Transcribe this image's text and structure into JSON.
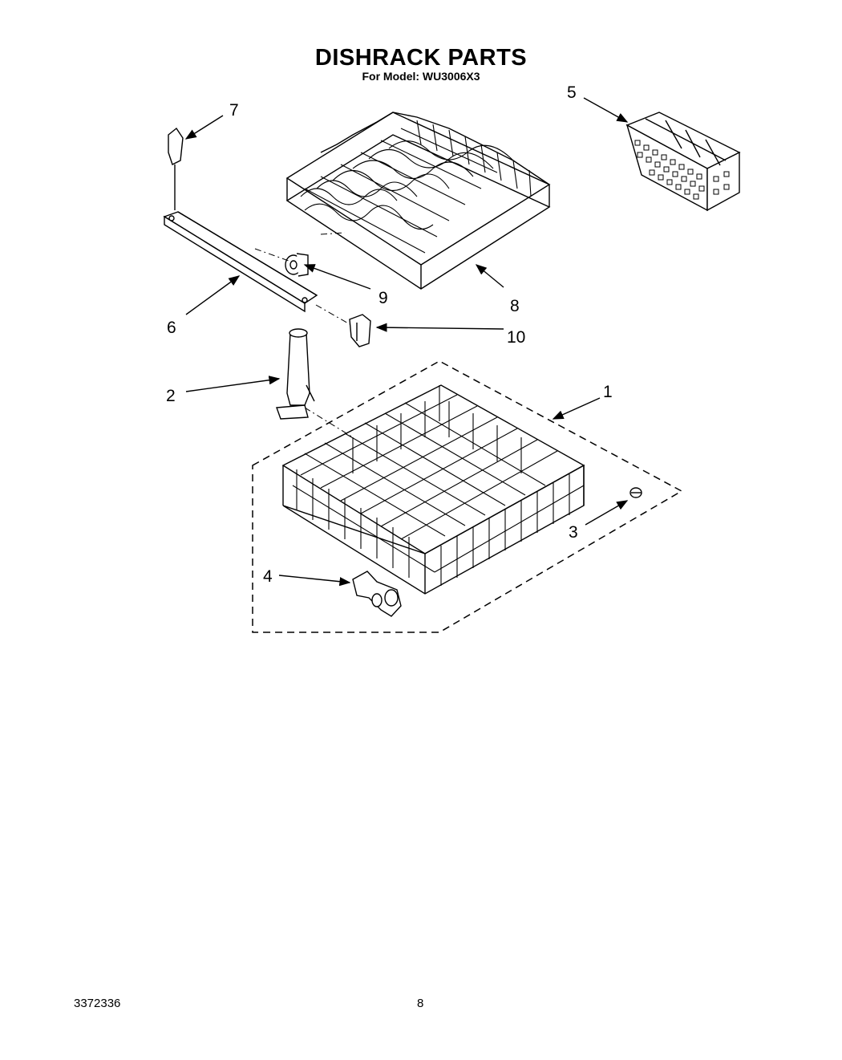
{
  "header": {
    "title": "DISHRACK PARTS",
    "subtitle": "For Model: WU3006X3"
  },
  "callouts": [
    "1",
    "2",
    "3",
    "4",
    "5",
    "6",
    "7",
    "8",
    "9",
    "10"
  ],
  "footer": {
    "doc_number": "3372336",
    "page_number": "8"
  }
}
